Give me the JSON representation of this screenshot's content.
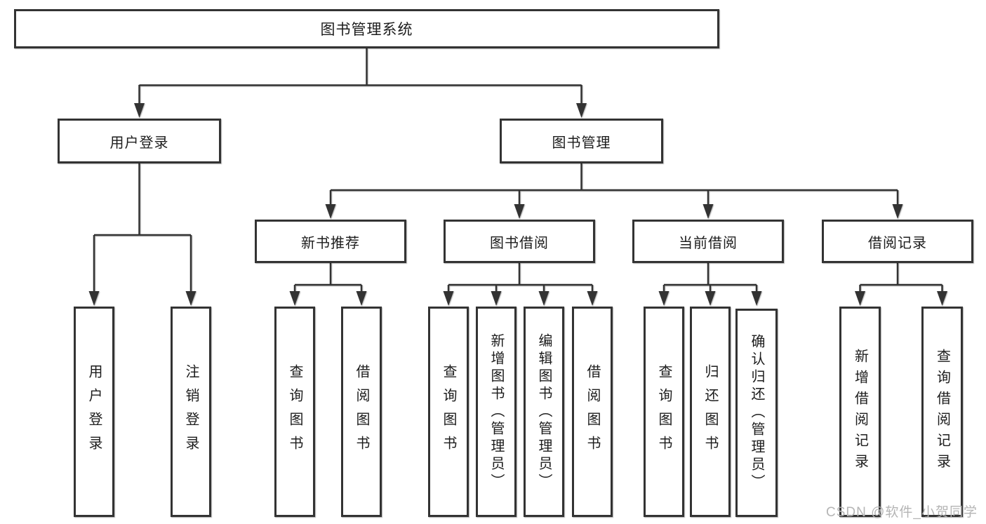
{
  "tree": {
    "root": "图书管理系统",
    "branches": [
      {
        "label": "用户登录",
        "children": [
          "用户登录",
          "注销登录"
        ]
      },
      {
        "label": "图书管理",
        "sub": [
          {
            "label": "新书推荐",
            "children": [
              "查询图书",
              "借阅图书"
            ]
          },
          {
            "label": "图书借阅",
            "children": [
              "查询图书",
              "新增图书（管理员）",
              "编辑图书（管理员）",
              "借阅图书"
            ]
          },
          {
            "label": "当前借阅",
            "children": [
              "查询图书",
              "归还图书",
              "确认归还（管理员）"
            ]
          },
          {
            "label": "借阅记录",
            "children": [
              "新增借阅记录",
              "查询借阅记录"
            ]
          }
        ]
      }
    ]
  },
  "watermark": {
    "text": "CSDN @软件_小贺同学"
  },
  "colors": {
    "line": "#333333",
    "box_border": "#333333",
    "text": "#1c1c1c",
    "watermark": "#b5b5b5",
    "background": "#ffffff"
  }
}
